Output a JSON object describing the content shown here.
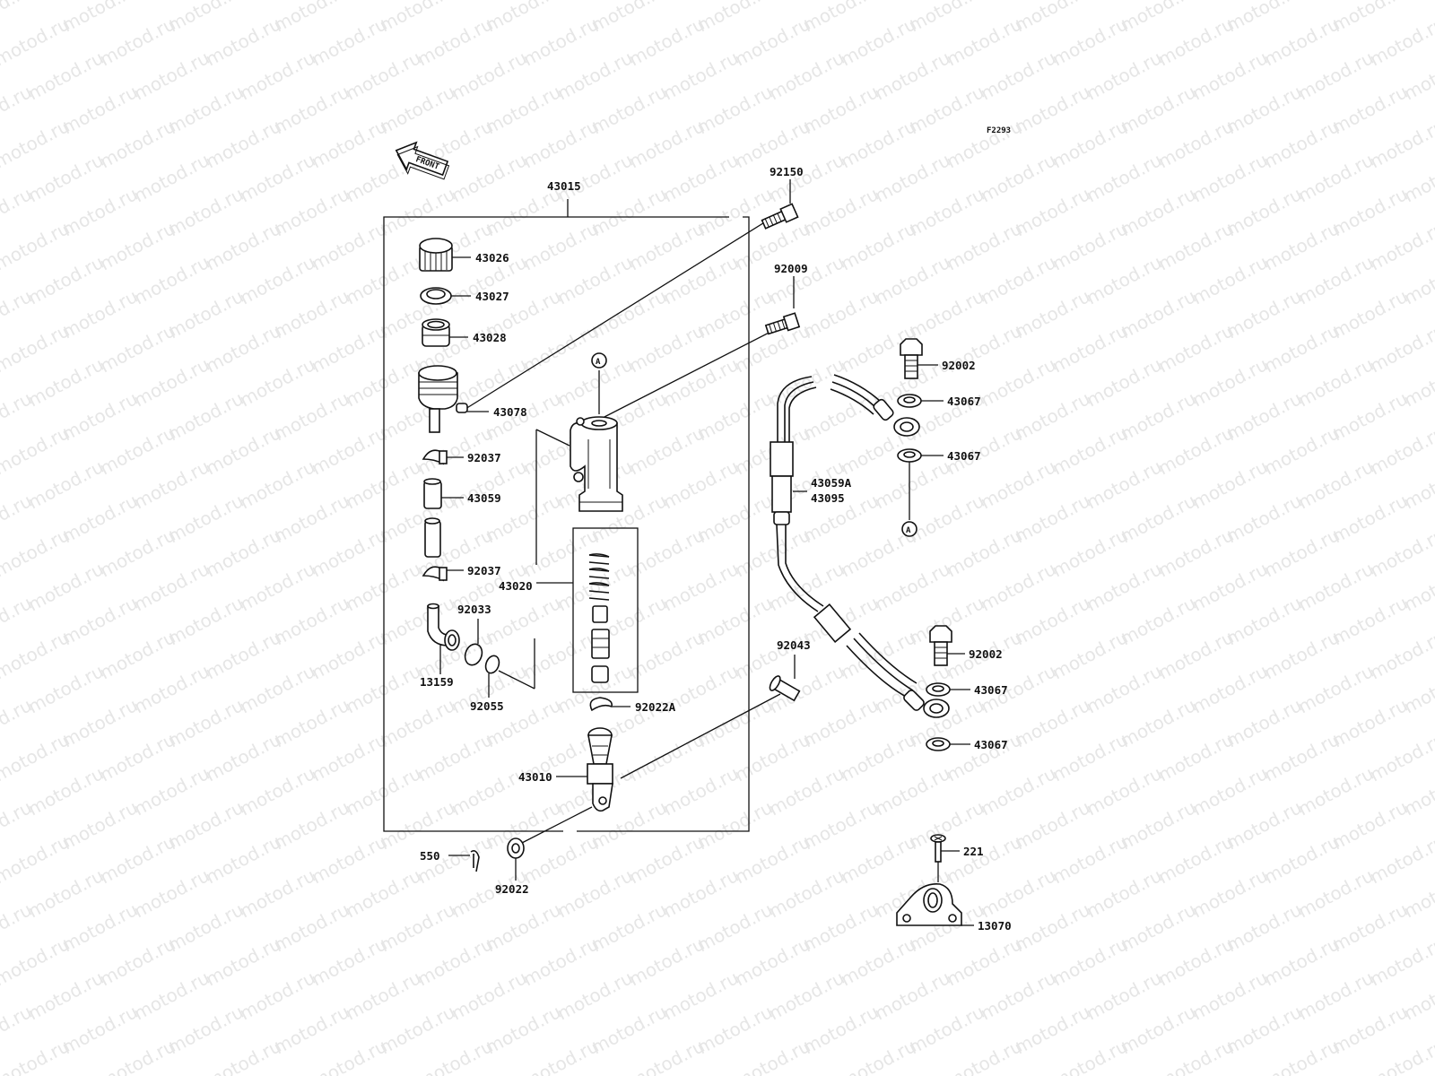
{
  "watermark": "motod.ru",
  "figure_code": "F2293",
  "front_label": "FRONT",
  "ref_marker": "A",
  "labels": {
    "p43015": "43015",
    "p92150": "92150",
    "p43026": "43026",
    "p43027": "43027",
    "p92009": "92009",
    "p43028": "43028",
    "p43078": "43078",
    "p92002a": "92002",
    "p43067a": "43067",
    "p43067b": "43067",
    "p92037a": "92037",
    "p43059": "43059",
    "p43059a": "43059A",
    "p43095": "43095",
    "p92037b": "92037",
    "p43020": "43020",
    "p92033": "92033",
    "p13159": "13159",
    "p92055": "92055",
    "p92043": "92043",
    "p92002b": "92002",
    "p43067c": "43067",
    "p92022a": "92022A",
    "p43067d": "43067",
    "p43010": "43010",
    "p550": "550",
    "p92022": "92022",
    "p221": "221",
    "p13070": "13070"
  }
}
